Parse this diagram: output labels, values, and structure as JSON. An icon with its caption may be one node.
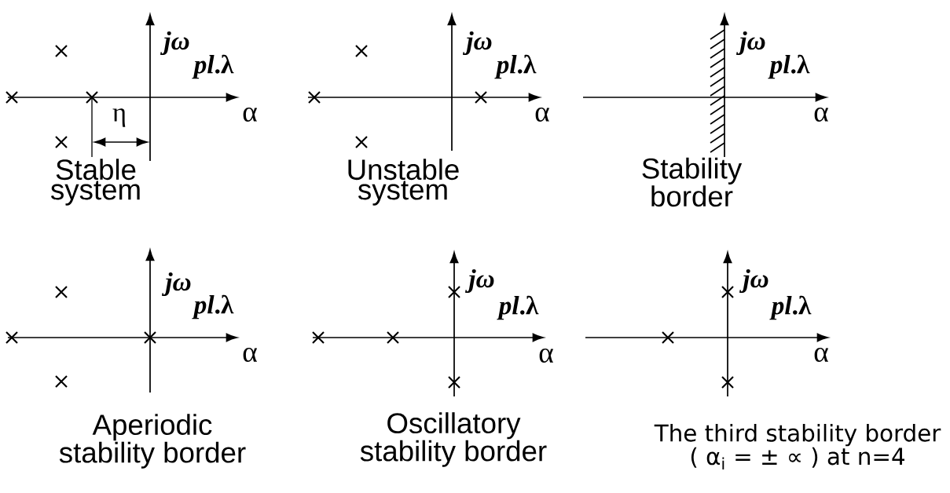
{
  "diagram": {
    "labels": [
      "jω",
      "*pl*.λ",
      "α",
      "η",
      "Stable system",
      "jω",
      "*pl*.λ",
      "α",
      "Unstable system",
      "jω",
      "*pl*.λ",
      "α",
      "Stability border",
      "jω",
      "*pl*.λ",
      "α",
      "Aperiodic stability border",
      "jω",
      "*pl*.λ",
      "α",
      "Oscillatory stability border",
      "jω",
      "*pl*.λ",
      "α",
      "The third stability border ( α$_{i}$ = ± ∝ ) at n=4"
    ]
  }
}
